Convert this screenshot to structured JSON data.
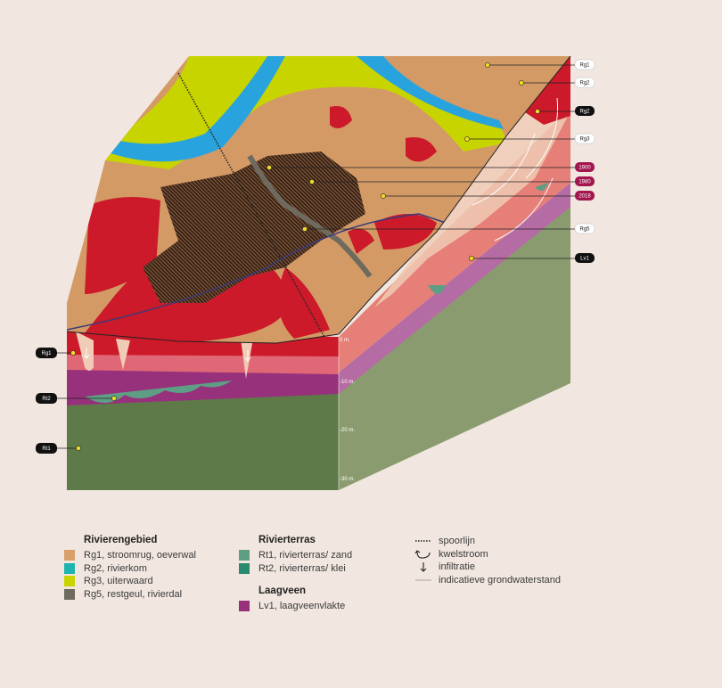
{
  "diagram": {
    "callouts_right": [
      {
        "id": "rg1-right",
        "label": "Rg1",
        "style": "light"
      },
      {
        "id": "rg2-right",
        "label": "Rg2",
        "style": "light"
      },
      {
        "id": "rg2b-right",
        "label": "Rg2",
        "style": "dark"
      },
      {
        "id": "rg3-right",
        "label": "Rg3",
        "style": "light"
      },
      {
        "id": "y1900",
        "label": "1900",
        "style": "accent"
      },
      {
        "id": "y1980",
        "label": "1980",
        "style": "accent"
      },
      {
        "id": "y2018",
        "label": "2018",
        "style": "accent"
      },
      {
        "id": "rg5-right",
        "label": "Rg5",
        "style": "light"
      },
      {
        "id": "lv1-right",
        "label": "Lv1",
        "style": "dark"
      }
    ],
    "callouts_left": [
      {
        "id": "rg1-left",
        "label": "Rg1",
        "style": "dark"
      },
      {
        "id": "rt2-left",
        "label": "Rt2",
        "style": "dark"
      },
      {
        "id": "rt1-left",
        "label": "Rt1",
        "style": "dark"
      }
    ],
    "depth_labels": [
      "0 m.",
      "-10 m.",
      "-20 m.",
      "-30 m."
    ]
  },
  "legend": {
    "rivierengebied": {
      "title": "Rivierengebied",
      "items": [
        {
          "label": "Rg1, stroomrug, oeverwal",
          "color": "#d9a06a"
        },
        {
          "label": "Rg2, rivierkom",
          "color": "#1fb3ad"
        },
        {
          "label": "Rg3, uiterwaard",
          "color": "#c8d400"
        },
        {
          "label": "Rg5, restgeul, rivierdal",
          "color": "#6e6a5e"
        }
      ]
    },
    "rivierterras": {
      "title": "Rivierterras",
      "items": [
        {
          "label": "Rt1, rivierterras/ zand",
          "color": "#5e9e85"
        },
        {
          "label": "Rt2, rivierterras/ klei",
          "color": "#2a8a6e"
        }
      ]
    },
    "laagveen": {
      "title": "Laagveen",
      "items": [
        {
          "label": "Lv1, laagveenvlakte",
          "color": "#97317c"
        }
      ]
    },
    "symbols": [
      {
        "icon": "spoorlijn-icon",
        "label": "spoorlijn"
      },
      {
        "icon": "kwelstroom-icon",
        "label": "kwelstroom"
      },
      {
        "icon": "infiltratie-icon",
        "label": "infiltratie"
      },
      {
        "icon": "grondwaterstand-icon",
        "label": "indicatieve grondwaterstand"
      }
    ]
  },
  "colors": {
    "background": "#f1e6e0",
    "accent_tag": "#a3154f",
    "dark_tag": "#111111",
    "city_red": "#cc1a2a",
    "green_base": "#5f7a49"
  }
}
